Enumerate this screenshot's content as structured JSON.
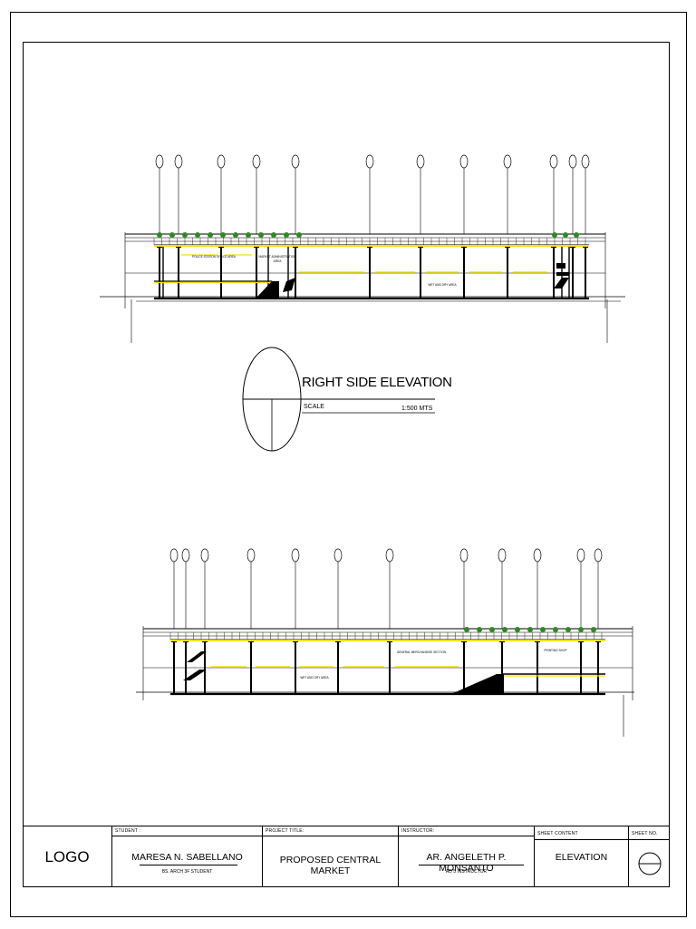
{
  "drawing": {
    "title": "RIGHT SIDE ELEVATION",
    "scale_label": "SCALE",
    "scale_value": "1:500 MTS",
    "upper_elevation": {
      "labels": [
        {
          "id": "police",
          "text": "POLICE STATION OFFICE AREA"
        },
        {
          "id": "admin1",
          "text": "MARKET ADMINISTRATION"
        },
        {
          "id": "admin2",
          "text": "AREA"
        },
        {
          "id": "wet",
          "text": "WET AND DRY AREA"
        }
      ]
    },
    "lower_elevation": {
      "labels": [
        {
          "id": "general",
          "text": "GENERAL MERCHANDISE SECTION"
        },
        {
          "id": "printing",
          "text": "PRINTING SHOP"
        },
        {
          "id": "wet",
          "text": "WET AND DRY AREA"
        }
      ]
    }
  },
  "title_block": {
    "logo": "LOGO",
    "student_caption": "STUDENT :",
    "student_name": "MARESA N. SABELLANO",
    "student_sub": "BS. ARCH 3F STUDENT",
    "project_caption": "PROJECT TITLE:",
    "project_title": "PROPOSED CENTRAL MARKET",
    "instructor_caption": "INSTRUCTOR:",
    "instructor_name": "AR. ANGELETH P. MONSANTO",
    "instructor_sub": "AD 5 INSTRUCTOR",
    "content_caption": "SHEET CONTENT",
    "content_value": "ELEVATION",
    "sheetno_caption": "SHEET NO."
  },
  "colors": {
    "line": "#000000",
    "highlight": "#f5e200",
    "tree": "#2e8b22"
  }
}
